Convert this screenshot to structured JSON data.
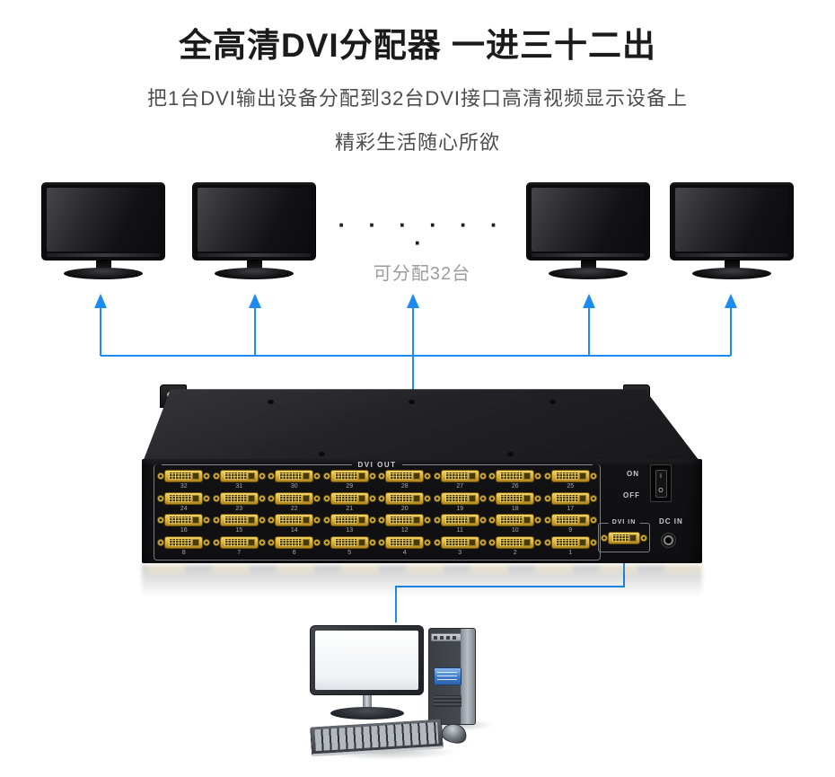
{
  "header": {
    "title": "全高清DVI分配器 一进三十二出",
    "subtitle1": "把1台DVI输出设备分配到32台DVI接口高清视频显示设备上",
    "subtitle2": "精彩生活随心所欲"
  },
  "distribution": {
    "dots": "· · · · · · ·",
    "note": "可分配32台"
  },
  "device": {
    "out_label": "DVI OUT",
    "power_on": "ON",
    "power_off": "OFF",
    "switch_i": "I",
    "switch_o": "O",
    "dvi_in_label": "DVI IN",
    "dc_in_label": "DC IN",
    "out_ports": [
      32,
      31,
      30,
      29,
      28,
      27,
      26,
      25,
      24,
      23,
      22,
      21,
      20,
      19,
      18,
      17,
      16,
      15,
      14,
      13,
      12,
      11,
      10,
      9,
      8,
      7,
      6,
      5,
      4,
      3,
      2,
      1
    ]
  },
  "colors": {
    "accent_blue": "#1c8bf2",
    "port_gold": "#d8ae35"
  }
}
